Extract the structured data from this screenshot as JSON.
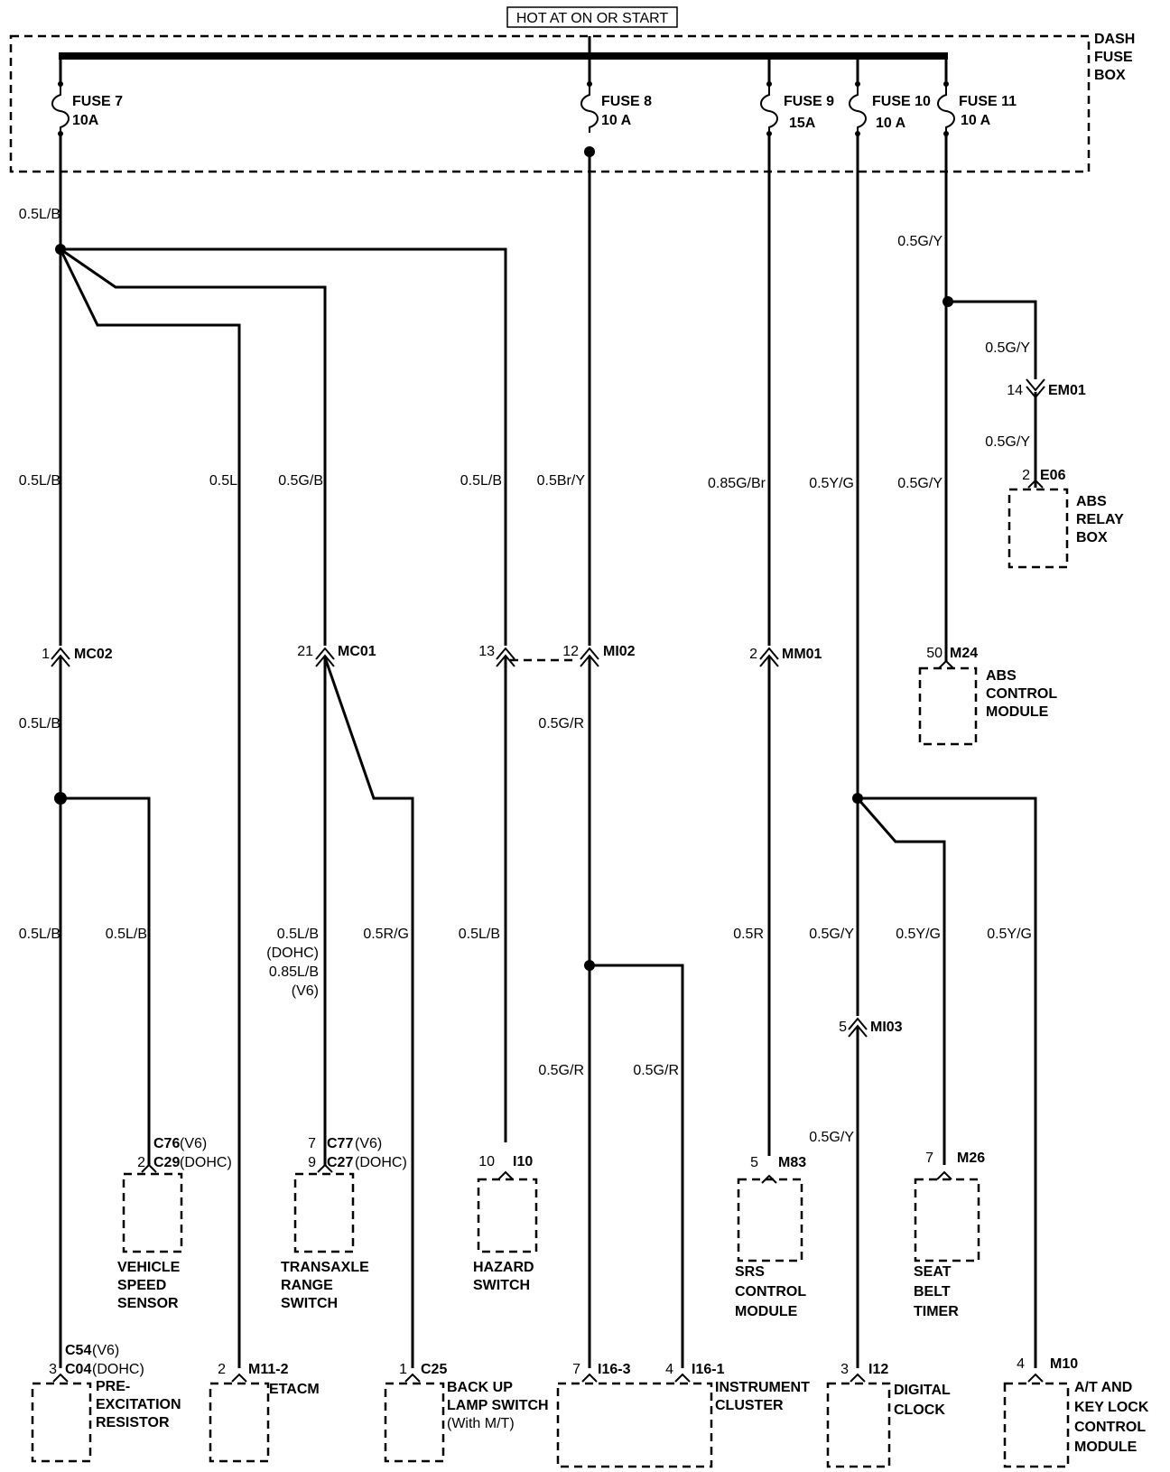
{
  "title": "HOT AT ON OR START",
  "fuse_box_label": [
    "DASH",
    "FUSE",
    "BOX"
  ],
  "fuses": [
    {
      "name": "FUSE 7",
      "rating": "10A"
    },
    {
      "name": "FUSE 8",
      "rating": "10 A"
    },
    {
      "name": "FUSE 9",
      "rating": "15A"
    },
    {
      "name": "FUSE 10",
      "rating": "10 A"
    },
    {
      "name": "FUSE 11",
      "rating": "10 A"
    }
  ],
  "wires": {
    "w_top_7": "0.5L/B",
    "w_a": "0.5L/B",
    "w_b": "0.5L",
    "w_c": "0.5G/B",
    "w_d": "0.5L/B",
    "w_e": "0.5Br/Y",
    "w_f": "0.85G/Br",
    "w_g": "0.5Y/G",
    "w_h": "0.5G/Y",
    "w_top_11": "0.5G/Y",
    "w_abs1": "0.5G/Y",
    "w_abs2": "0.5G/Y",
    "w_mc02": "0.5L/B",
    "w_mi02": "0.5G/R",
    "w_a2": "0.5L/B",
    "w_vss": "0.5L/B",
    "w_trs": [
      "0.5L/B",
      "(DOHC)",
      "0.85L/B",
      "(V6)"
    ],
    "w_bu": "0.5R/G",
    "w_haz": "0.5L/B",
    "w_ic1": "0.5G/R",
    "w_ic2": "0.5G/R",
    "w_srs": "0.5R",
    "w_clk": "0.5G/Y",
    "w_seat": "0.5Y/G",
    "w_at": "0.5Y/G",
    "w_clk2": "0.5G/Y"
  },
  "connectors": {
    "mc02": {
      "pin": "1",
      "name": "MC02"
    },
    "mc01": {
      "pin": "21",
      "name": "MC01"
    },
    "haz_inline": {
      "pin": "13"
    },
    "mi02": {
      "pin": "12",
      "name": "MI02"
    },
    "mm01": {
      "pin": "2",
      "name": "MM01"
    },
    "m24": {
      "pin": "50",
      "name": "M24"
    },
    "em01": {
      "pin": "14",
      "name": "EM01"
    },
    "e06": {
      "pin": "2",
      "name": "E06"
    },
    "mi03": {
      "pin": "5",
      "name": "MI03"
    },
    "c76": {
      "pin": "2",
      "name": "C76",
      "sub": "(V6)",
      "name2": "C29",
      "sub2": "(DOHC)"
    },
    "c77": {
      "pin": "7",
      "name": "C77",
      "sub": "(V6)",
      "pin2": "9",
      "name2": "C27",
      "sub2": "(DOHC)"
    },
    "i10": {
      "pin": "10",
      "name": "I10"
    },
    "m83": {
      "pin": "5",
      "name": "M83"
    },
    "m26": {
      "pin": "7",
      "name": "M26"
    },
    "c54": {
      "pin": "3",
      "name": "C54",
      "sub": "(V6)",
      "name2": "C04",
      "sub2": "(DOHC)"
    },
    "m11": {
      "pin": "2",
      "name": "M11-2"
    },
    "c25": {
      "pin": "1",
      "name": "C25"
    },
    "i16_3": {
      "pin": "7",
      "name": "I16-3"
    },
    "i16_1": {
      "pin": "4",
      "name": "I16-1"
    },
    "i12": {
      "pin": "3",
      "name": "I12"
    },
    "m10": {
      "pin": "4",
      "name": "M10"
    }
  },
  "components": {
    "abs_relay": [
      "ABS",
      "RELAY",
      "BOX"
    ],
    "abs_module": [
      "ABS",
      "CONTROL",
      "MODULE"
    ],
    "vss": [
      "VEHICLE",
      "SPEED",
      "SENSOR"
    ],
    "trs": [
      "TRANSAXLE",
      "RANGE",
      "SWITCH"
    ],
    "hazard": [
      "HAZARD",
      "SWITCH"
    ],
    "srs": [
      "SRS",
      "CONTROL",
      "MODULE"
    ],
    "seatbelt": [
      "SEAT",
      "BELT",
      "TIMER"
    ],
    "preexc": [
      "PRE-",
      "EXCITATION",
      "RESISTOR"
    ],
    "etacm": [
      "ETACM"
    ],
    "backup": [
      "BACK UP",
      "LAMP SWITCH",
      "(With M/T)"
    ],
    "cluster": [
      "INSTRUMENT",
      "CLUSTER"
    ],
    "clock": [
      "DIGITAL",
      "CLOCK"
    ],
    "atkey": [
      "A/T AND",
      "KEY LOCK",
      "CONTROL",
      "MODULE"
    ]
  }
}
